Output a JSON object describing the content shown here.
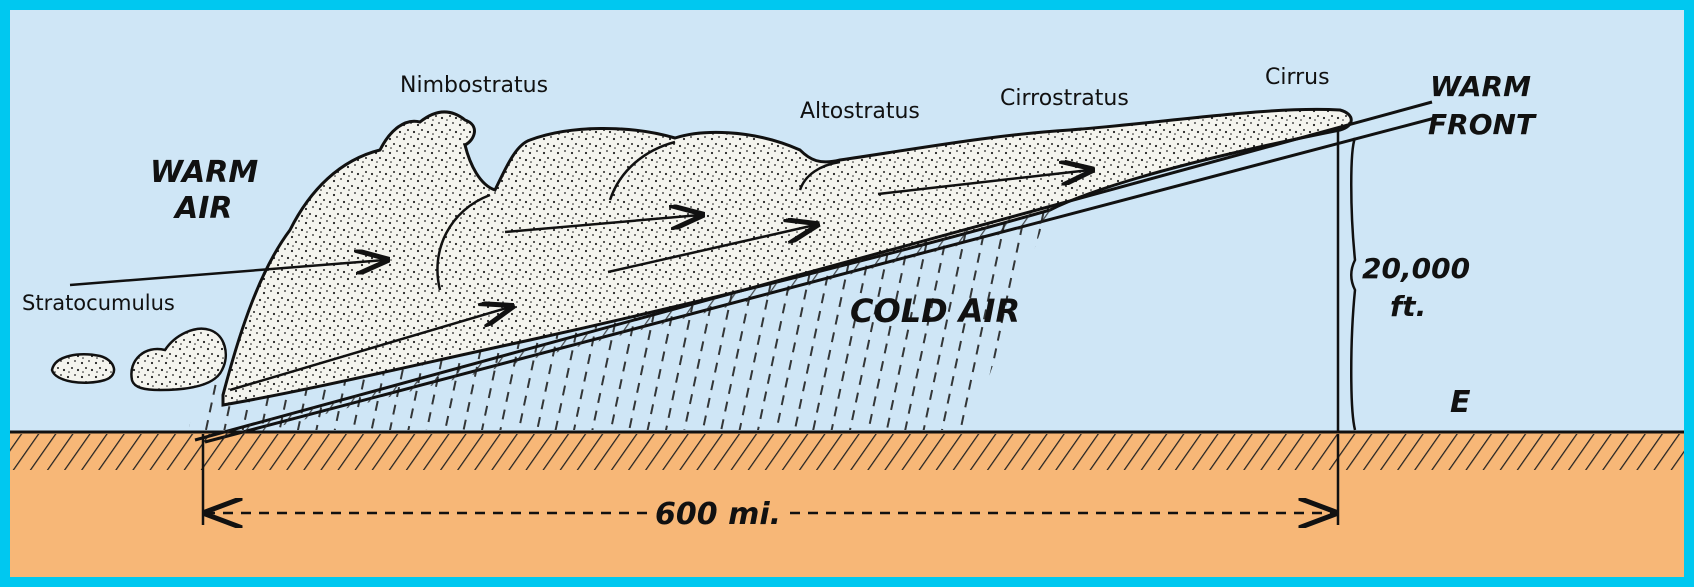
{
  "labels": {
    "warm_air_line1": "WARM",
    "warm_air_line2": "AIR",
    "warm_front_line1": "WARM",
    "warm_front_line2": "FRONT",
    "cold_air": "COLD AIR",
    "height_value": "20,000",
    "height_unit": "ft.",
    "direction": "E",
    "distance": "600 mi."
  },
  "clouds": {
    "stratocumulus": "Stratocumulus",
    "nimbostratus": "Nimbostratus",
    "altostratus": "Altostratus",
    "cirrostratus": "Cirrostratus",
    "cirrus": "Cirrus"
  },
  "colors": {
    "frame": "#00c8f0",
    "sky": "#cfe6f6",
    "ground": "#f7b777",
    "ink": "#111111"
  }
}
